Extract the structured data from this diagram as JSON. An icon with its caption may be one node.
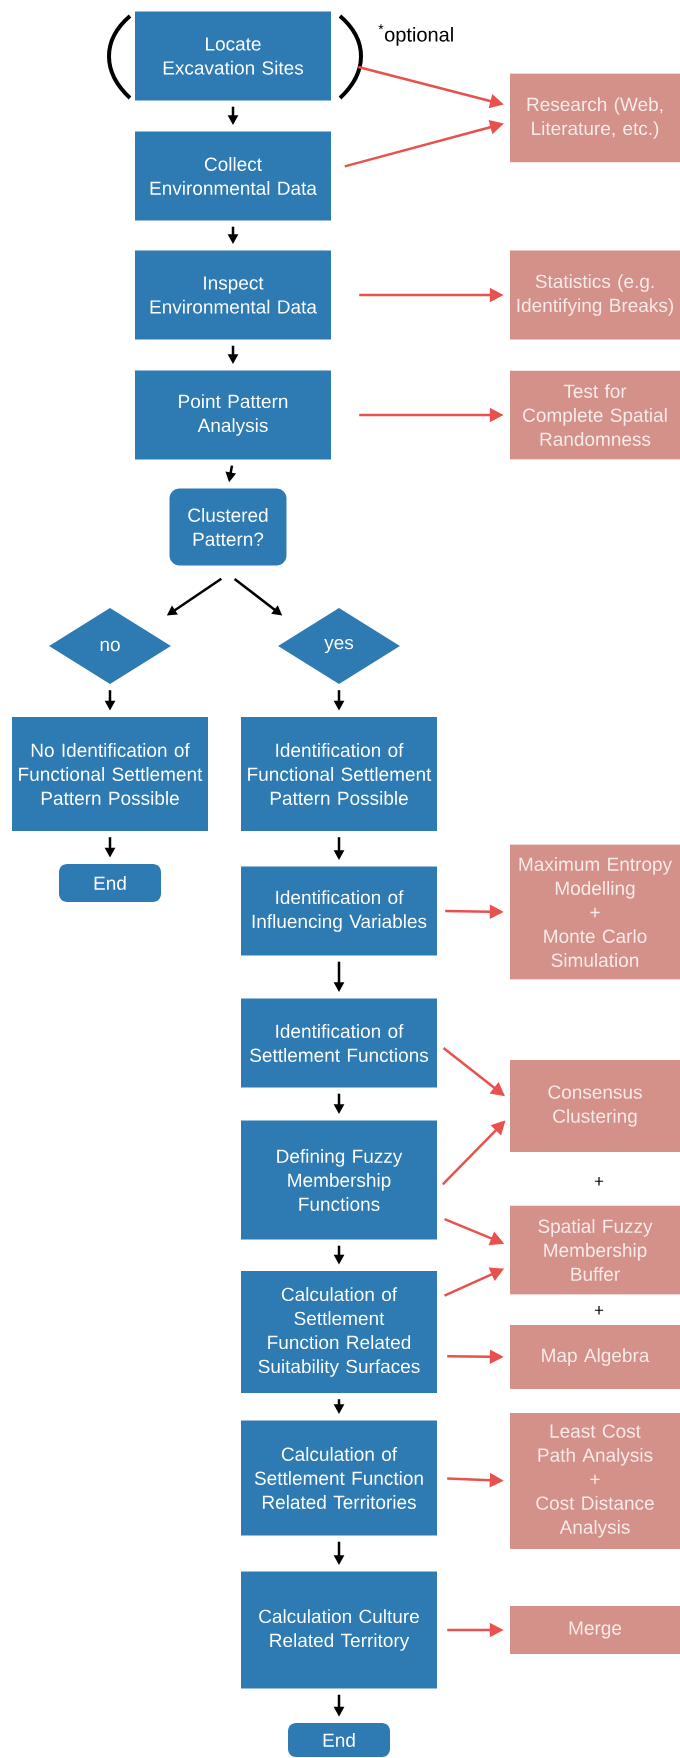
{
  "diagram": {
    "nodes": [
      {
        "text": [
          "Locate Excavation Sites"
        ]
      },
      {
        "text": [
          "Research (Web, Literature, etc.)"
        ]
      },
      {
        "text": [
          "Collect Environmental Data"
        ]
      },
      {
        "text": [
          "Inspect Environmental Data"
        ]
      },
      {
        "text": [
          "Statistics (e.g. Identifying Breaks)"
        ]
      },
      {
        "text": [
          "Point Pattern Analysis"
        ]
      },
      {
        "text": [
          "Test for Complete Spatial Randomness"
        ]
      },
      {
        "text": [
          "Clustered Pattern?"
        ]
      },
      {
        "text": [
          "no"
        ]
      },
      {
        "text": [
          "yes"
        ]
      },
      {
        "text": [
          "No Identification of Functional Settlement Pattern Possible"
        ]
      },
      {
        "text": [
          "Identification of Functional Settlement Pattern Possible"
        ]
      },
      {
        "text": [
          "End"
        ]
      },
      {
        "text": [
          "Identification of Influencing Variables"
        ]
      },
      {
        "text": [
          "Maximum Entropy Modelling",
          "+",
          "Monte Carlo Simulation"
        ]
      },
      {
        "text": [
          "Identification of Settlement Functions"
        ]
      },
      {
        "text": [
          "Consensus Clustering"
        ]
      },
      {
        "text": [
          "Defining Fuzzy Membership Functions"
        ]
      },
      {
        "text": [
          "Spatial Fuzzy Membership Buffer"
        ]
      },
      {
        "text": [
          "Calculation of Settlement Function Related Suitability Surfaces"
        ]
      },
      {
        "text": [
          "Map Algebra"
        ]
      },
      {
        "text": [
          "Calculation of Settlement Function Related Territories"
        ]
      },
      {
        "text": [
          "Least Cost Path Analysis",
          "+",
          "Cost Distance Analysis"
        ]
      },
      {
        "text": [
          "Calculation Culture Related Territory"
        ]
      },
      {
        "text": [
          "Merge"
        ]
      },
      {
        "text": [
          "End"
        ]
      }
    ],
    "edges": [
      {
        "from": 0,
        "to": 2,
        "arrow": "to"
      },
      {
        "from": 0,
        "to": 1,
        "arrow": "to",
        "color": "#e8524e"
      },
      {
        "from": 2,
        "to": 1,
        "arrow": "to",
        "color": "#e8524e"
      },
      {
        "from": 2,
        "to": 3,
        "arrow": "to"
      },
      {
        "from": 3,
        "to": 4,
        "arrow": "to",
        "color": "#e8524e"
      },
      {
        "from": 3,
        "to": 5,
        "arrow": "to"
      },
      {
        "from": 5,
        "to": 6,
        "arrow": "to",
        "color": "#e8524e"
      },
      {
        "from": 5,
        "to": 7,
        "arrow": "to"
      },
      {
        "from": 7,
        "to": 8,
        "arrow": "to"
      },
      {
        "from": 7,
        "to": 9,
        "arrow": "to"
      },
      {
        "from": 8,
        "to": 10,
        "arrow": "to"
      },
      {
        "from": 9,
        "to": 11,
        "arrow": "to"
      },
      {
        "from": 10,
        "to": 12,
        "arrow": "to"
      },
      {
        "from": 11,
        "to": 13,
        "arrow": "to"
      },
      {
        "from": 13,
        "to": 14,
        "arrow": "to",
        "color": "#e8524e"
      },
      {
        "from": 13,
        "to": 15,
        "arrow": "to"
      },
      {
        "from": 15,
        "to": 16,
        "arrow": "to",
        "color": "#e8524e"
      },
      {
        "from": 15,
        "to": 17,
        "arrow": "to"
      },
      {
        "from": 17,
        "to": 16,
        "arrow": "to",
        "color": "#e8524e"
      },
      {
        "from": 17,
        "to": 18,
        "arrow": "to",
        "color": "#e8524e"
      },
      {
        "from": 17,
        "to": 19,
        "arrow": "to"
      },
      {
        "from": 19,
        "to": 18,
        "arrow": "to",
        "color": "#e8524e"
      },
      {
        "from": 19,
        "to": 20,
        "arrow": "to",
        "color": "#e8524e"
      },
      {
        "from": 19,
        "to": 21,
        "arrow": "to"
      },
      {
        "from": 21,
        "to": 22,
        "arrow": "to",
        "color": "#e8524e"
      },
      {
        "from": 21,
        "to": 23,
        "arrow": "to"
      },
      {
        "from": 23,
        "to": 24,
        "arrow": "to",
        "color": "#e8524e"
      },
      {
        "from": 23,
        "to": 25,
        "arrow": "to"
      }
    ],
    "labels": [
      "$^{*}$optional",
      "+",
      "+"
    ]
  }
}
